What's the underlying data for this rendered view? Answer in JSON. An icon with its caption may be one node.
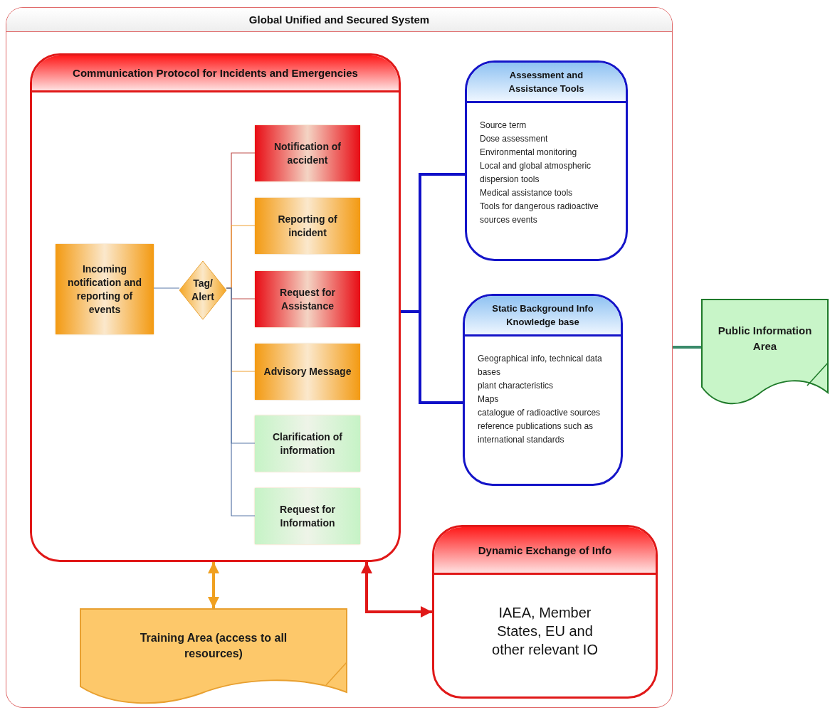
{
  "diagram": {
    "nodes": [
      {
        "text": [
          "Global Unified and Secured System"
        ]
      },
      {
        "text": [
          "Communication Protocol for Incidents and Emergencies"
        ],
        "in": 0
      },
      {
        "text": [
          "Incoming notification and reporting of events"
        ],
        "in": 1
      },
      {
        "text": [
          "Tag/ Alert"
        ],
        "in": 1
      },
      {
        "text": [
          "Notification of accident"
        ],
        "in": 1
      },
      {
        "text": [
          "Reporting of incident"
        ],
        "in": 1
      },
      {
        "text": [
          "Request for Assistance"
        ],
        "in": 1
      },
      {
        "text": [
          "Advisory Message"
        ],
        "in": 1
      },
      {
        "text": [
          "Clarification of information"
        ],
        "in": 1
      },
      {
        "text": [
          "Request for Information"
        ],
        "in": 1
      },
      {
        "text": [
          "Assessment and Assistance Tools",
          "Source term",
          "Dose assessment",
          "Environmental monitoring",
          "Local and global atmospheric dispersion tools",
          "Medical assistance tools",
          "Tools for dangerous radioactive sources events"
        ],
        "in": 0
      },
      {
        "text": [
          "Static Background Info Knowledge base",
          "Geographical info, technical data bases",
          "plant characteristics",
          "Maps",
          "catalogue of radioactive sources",
          "reference publications such as international standards"
        ],
        "in": 0
      },
      {
        "text": [
          "Dynamic Exchange of Info",
          "IAEA, Member States, EU and other relevant IO"
        ],
        "in": 0
      },
      {
        "text": [
          "Training Area (access to all resources)"
        ],
        "in": 0
      },
      {
        "text": [
          "Public Information Area"
        ]
      }
    ],
    "edges": [
      {
        "from": 2,
        "to": 3,
        "arrow": "none"
      },
      {
        "from": 3,
        "to": 4,
        "arrow": "none",
        "color": "#c0504d"
      },
      {
        "from": 3,
        "to": 5,
        "arrow": "none",
        "color": "#f0a030"
      },
      {
        "from": 3,
        "to": 6,
        "arrow": "none",
        "color": "#c0504d"
      },
      {
        "from": 3,
        "to": 7,
        "arrow": "none",
        "color": "#f0a030"
      },
      {
        "from": 3,
        "to": 8,
        "arrow": "none"
      },
      {
        "from": 3,
        "to": 9,
        "arrow": "none"
      },
      {
        "from": 1,
        "to": 10,
        "arrow": "none",
        "style": "thick",
        "color": "#1010c8"
      },
      {
        "from": 1,
        "to": 11,
        "arrow": "none",
        "style": "thick",
        "color": "#1010c8"
      },
      {
        "from": 1,
        "to": 13,
        "arrow": "both",
        "style": "thick",
        "color": "#f0a020"
      },
      {
        "from": 1,
        "to": 12,
        "arrow": "both",
        "style": "thick",
        "color": "#e01818"
      },
      {
        "from": 0,
        "to": 14,
        "arrow": "none",
        "style": "thick",
        "color": "#3a8a6a"
      }
    ]
  }
}
